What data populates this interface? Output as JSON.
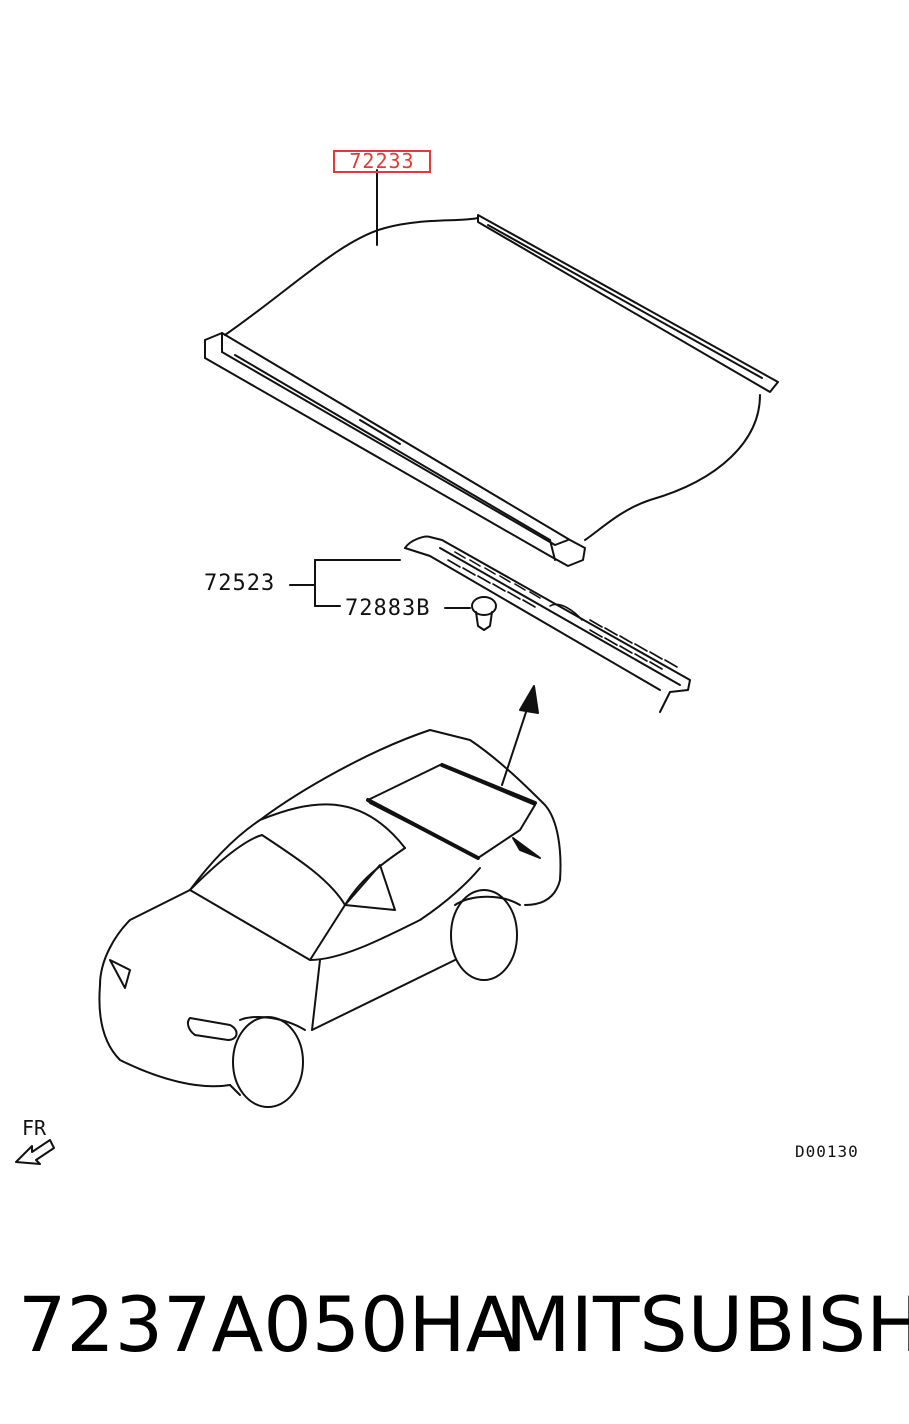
{
  "diagram": {
    "callouts": {
      "cover_part": "72233",
      "trim_part": "72523",
      "clip_part": "72883B"
    },
    "direction_label": "FR",
    "reference_code": "D00130",
    "highlight_color": "#e53935",
    "icons": [
      "tonneau-cover-drawing",
      "trim-panel-drawing",
      "clip-drawing",
      "vehicle-drawing",
      "front-arrow-icon"
    ]
  },
  "footer": {
    "part_number": "7237A050HA",
    "brand": "MITSUBISHI"
  }
}
